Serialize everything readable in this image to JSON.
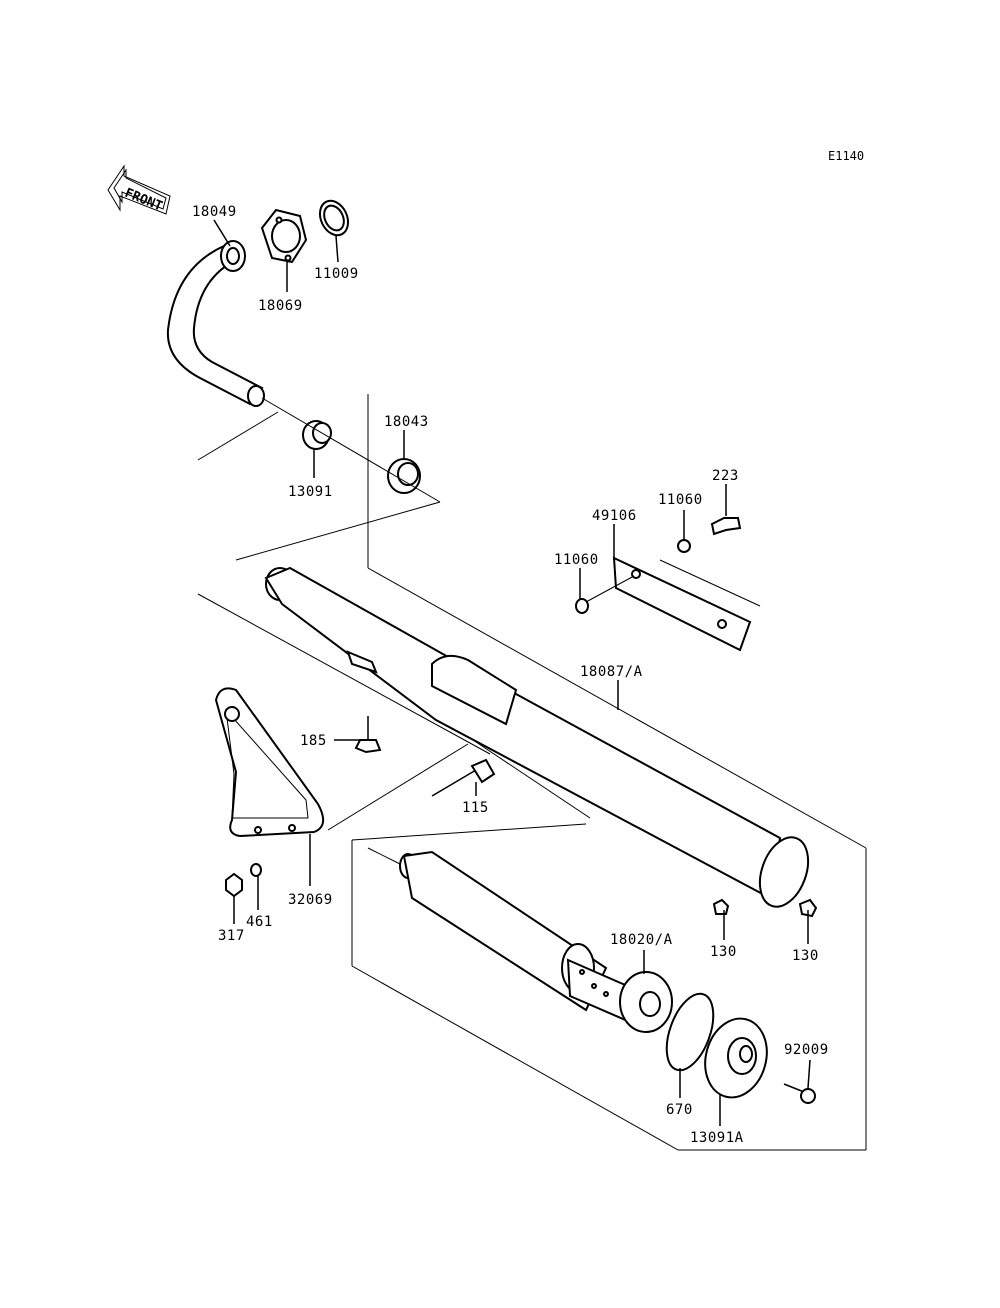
{
  "diagram_code": "E1140",
  "front_label": "FRONT",
  "labels": {
    "p18049": "18049",
    "p18069": "18069",
    "p11009": "11009",
    "p18043": "18043",
    "p13091": "13091",
    "p223": "223",
    "p11060a": "11060",
    "p49106": "49106",
    "p11060b": "11060",
    "p18087a": "18087/A",
    "p185": "185",
    "p115": "115",
    "p32069": "32069",
    "p317": "317",
    "p461": "461",
    "p130a": "130",
    "p130b": "130",
    "p18020a": "18020/A",
    "p92009": "92009",
    "p670": "670",
    "p13091a": "13091A"
  }
}
